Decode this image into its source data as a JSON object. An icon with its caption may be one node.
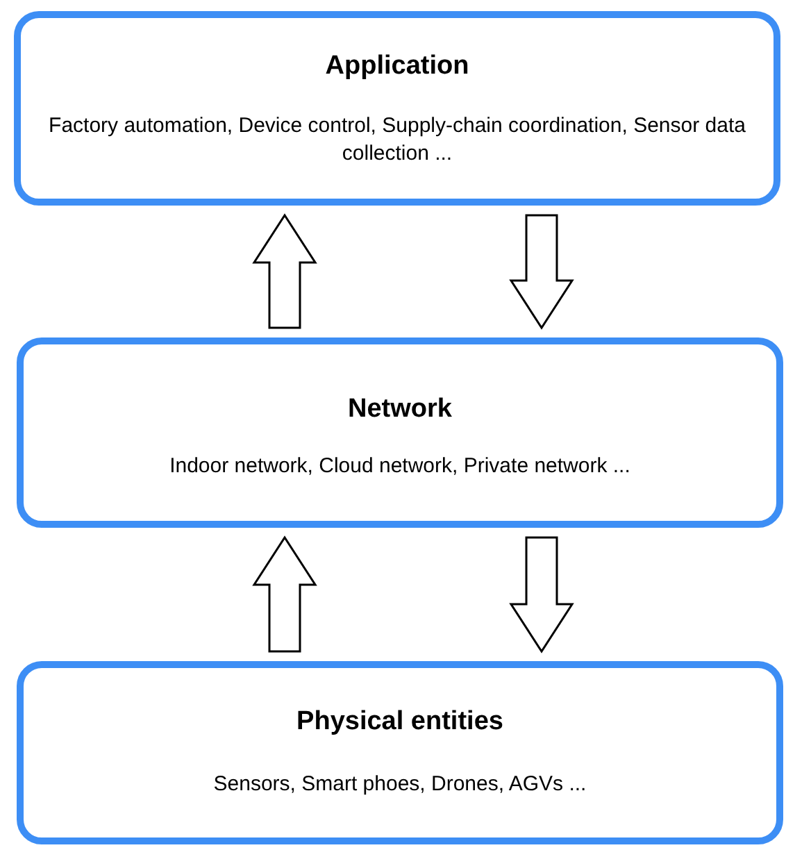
{
  "diagram": {
    "nodes": [
      {
        "text": [
          "Application",
          "Factory automation, Device control, Supply-chain coordination, Sensor data collection ..."
        ]
      },
      {
        "text": [
          "Network",
          "Indoor network, Cloud network, Private network ..."
        ]
      },
      {
        "text": [
          "Physical entities",
          "Sensors, Smart phoes, Drones, AGVs ..."
        ]
      }
    ],
    "edges": [
      {
        "from": 1,
        "to": 0,
        "arrow": "to"
      },
      {
        "from": 0,
        "to": 1,
        "arrow": "to"
      },
      {
        "from": 2,
        "to": 1,
        "arrow": "to"
      },
      {
        "from": 1,
        "to": 2,
        "arrow": "to"
      }
    ]
  }
}
